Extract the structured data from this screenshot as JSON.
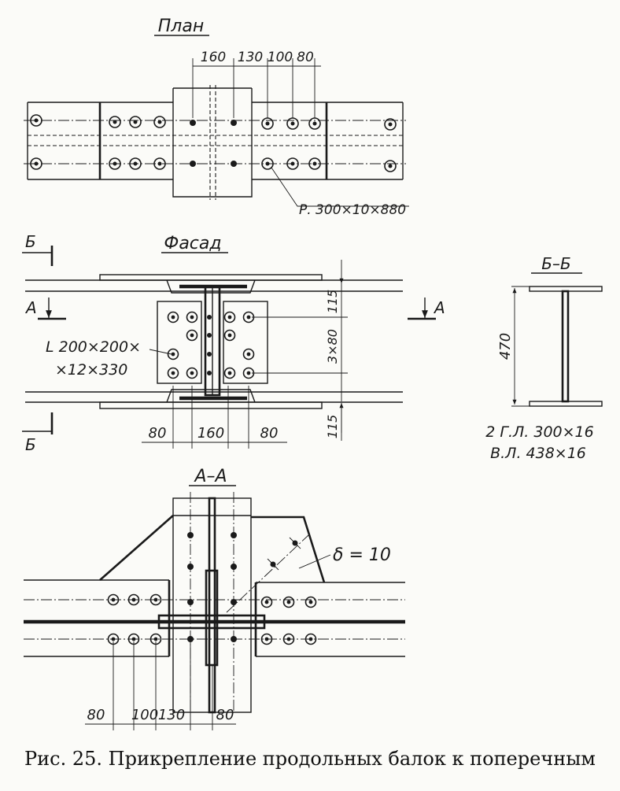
{
  "plan": {
    "title": "План",
    "dims": [
      "160",
      "130",
      "100",
      "80"
    ],
    "plate_label": "Р. 300×10×880"
  },
  "facade": {
    "title": "Фасад",
    "section_marks": {
      "b": "Б",
      "a": "А"
    },
    "angle_label_1": "L 200×200×",
    "angle_label_2": "×12×330",
    "dims_bottom": [
      "80",
      "160",
      "80"
    ],
    "dim_115_top": "115",
    "dim_3x80": "3×80",
    "dim_115_bottom": "115"
  },
  "section_bb": {
    "title": "Б–Б",
    "height": "470",
    "flanges": "2 Г.Л. 300×16",
    "web": "В.Л. 438×16"
  },
  "section_aa": {
    "title": "А–А",
    "delta": "δ = 10",
    "dims": [
      "80",
      "100",
      "130",
      "80"
    ]
  },
  "caption": "Рис. 25. Прикрепление продольных балок к поперечным"
}
